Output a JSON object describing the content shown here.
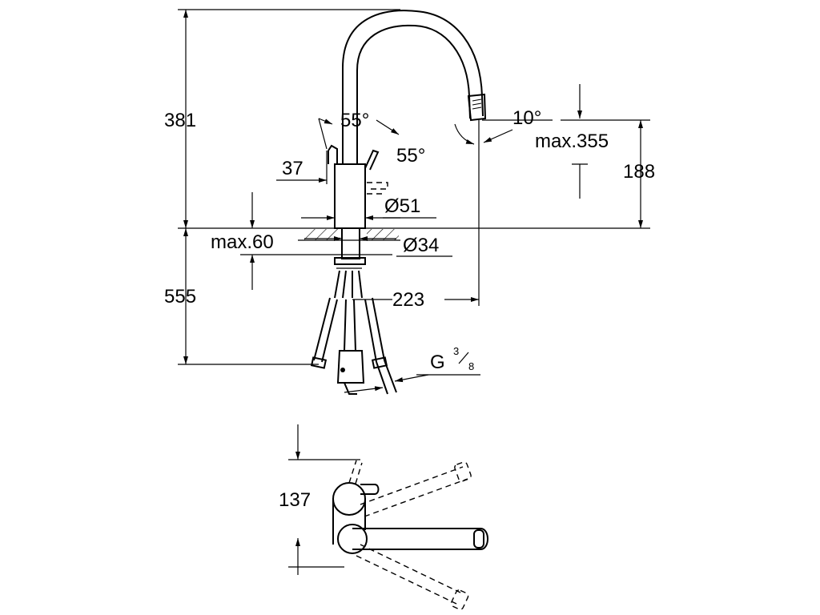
{
  "dimensions": {
    "height_above_deck": "381",
    "spout_outlet_height": "max.355",
    "outlet_offset": "188",
    "lever_height": "37",
    "lever_swing_a": "55°",
    "lever_swing_b": "55°",
    "outlet_tilt": "10°",
    "body_diameter": "Ø51",
    "deck_hole_diameter": "Ø34",
    "deck_thickness": "max.60",
    "below_deck_length": "555",
    "spout_reach": "223",
    "connection_main": "G",
    "connection_sup": "3",
    "connection_sub": "8",
    "plan_depth": "137"
  },
  "colors": {
    "line": "#000000",
    "background": "#ffffff"
  }
}
